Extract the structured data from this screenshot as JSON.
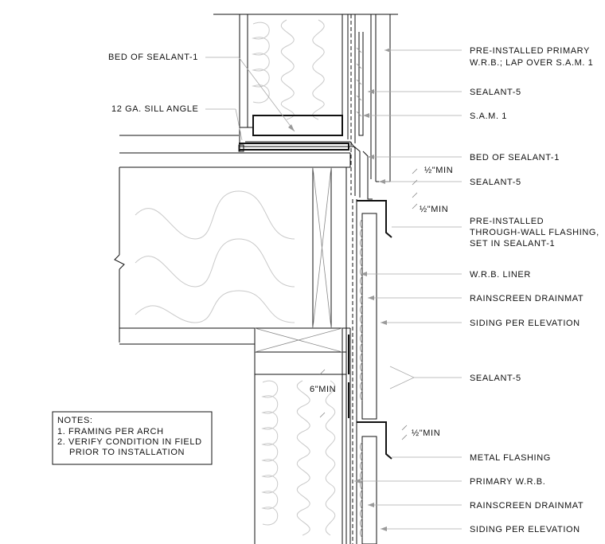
{
  "labels_right": [
    "PRE-INSTALLED PRIMARY",
    "W.R.B.; LAP OVER S.A.M. 1",
    "SEALANT-5",
    "S.A.M. 1",
    "BED OF SEALANT-1",
    "SEALANT-5",
    "PRE-INSTALLED",
    "THROUGH-WALL FLASHING,",
    "SET IN SEALANT-1",
    "W.R.B. LINER",
    "RAINSCREEN DRAINMAT",
    "SIDING PER ELEVATION",
    "SEALANT-5",
    "METAL FLASHING",
    "PRIMARY W.R.B.",
    "RAINSCREEN DRAINMAT",
    "SIDING PER ELEVATION"
  ],
  "labels_left": [
    "BED OF SEALANT-1",
    "12 GA. SILL ANGLE"
  ],
  "dimensions": [
    "½\"MIN",
    "½\"MIN",
    "½\"MIN",
    "6\"MIN"
  ],
  "notes": {
    "title": "NOTES:",
    "items": [
      "1. FRAMING PER ARCH",
      "2. VERIFY CONDITION IN FIELD",
      "PRIOR TO INSTALLATION"
    ]
  },
  "colors": {
    "line": "#111111",
    "leader": "#aaaaaa",
    "insulation": "#c9c9c9"
  }
}
